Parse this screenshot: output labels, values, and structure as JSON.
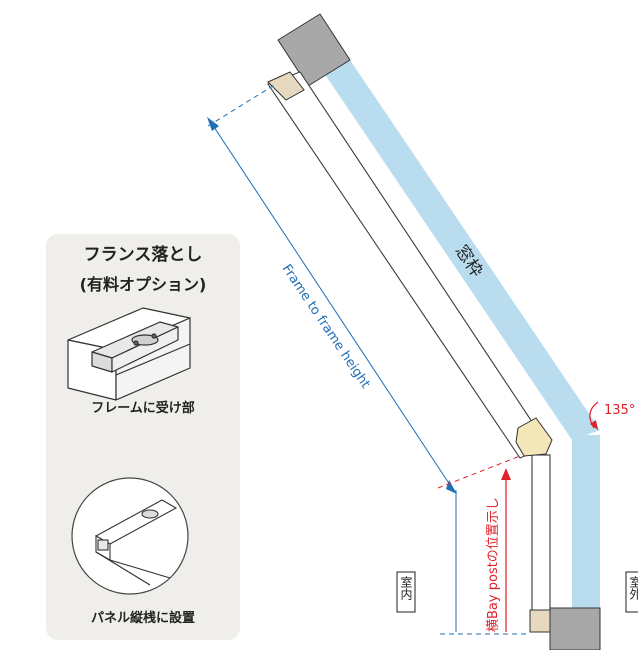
{
  "panel": {
    "title_line1": "フランス落とし",
    "title_line2": "(有料オプション)",
    "caption_frame": "フレームに受け部",
    "caption_panel": "パネル縦桟に設置"
  },
  "labels": {
    "window_frame": "窓枠",
    "frame_to_frame": "Frame to frame height",
    "angle": "135°",
    "bay_post": "横Bay postの位置示し",
    "indoor": "室内",
    "outdoor": "室外"
  },
  "colors": {
    "frame_blue": "#b9dcef",
    "block_gray": "#a8a8a8",
    "tan": "#e6d9bf",
    "tan_light": "#f3e6b8",
    "panel_bg": "#efeeea",
    "dim_blue": "#1f6fb5",
    "red": "#e0202a",
    "outline": "#3a3a3a"
  },
  "icons": [
    "flush-bolt-receiver-icon",
    "flush-bolt-icon"
  ]
}
